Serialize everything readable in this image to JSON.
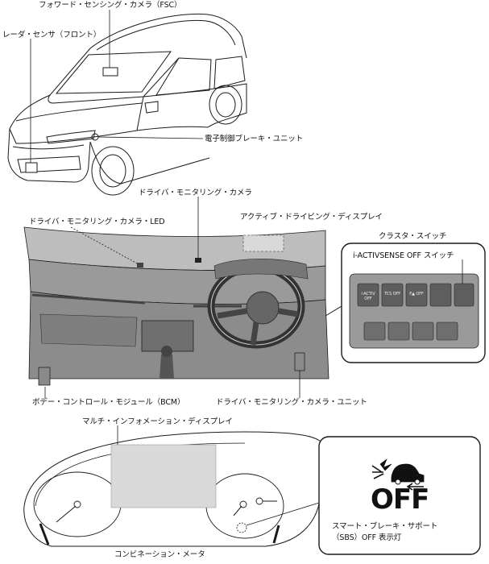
{
  "labels": {
    "fsc": "フォワード・センシング・カメラ（FSC）",
    "radar": "レーダ・センサ（フロント）",
    "brake": "電子制御ブレーキ・ユニット",
    "dms_camera": "ドライバ・モニタリング・カメラ",
    "dms_led": "ドライバ・モニタリング・カメラ・LED",
    "active_display": "アクティブ・ドライビング・ディスプレイ",
    "cluster_switch": "クラスタ・スイッチ",
    "iactivsense_switch": "i-ACTIVSENSE OFF スイッチ",
    "bcm": "ボデー・コントロール・モジュール（BCM）",
    "dms_unit": "ドライバ・モニタリング・カメラ・ユニット",
    "mid": "マルチ・インフォメーション・ディスプレイ",
    "meter": "コンビネーション・メータ",
    "sbs_line1": "スマート・ブレーキ・サポート",
    "sbs_line2": "（SBS）OFF 表示灯"
  },
  "indicator": {
    "text": "OFF",
    "icon": "collision-warning-car-icon"
  },
  "switch_panel": {
    "buttons": [
      "i-ACTIV OFF",
      "TCS OFF",
      "P▲ OFF",
      "",
      ""
    ]
  },
  "colors": {
    "line": "#1a1a1a",
    "display_fill": "#d9d9d9",
    "interior_gray": "#8c8c8c"
  }
}
